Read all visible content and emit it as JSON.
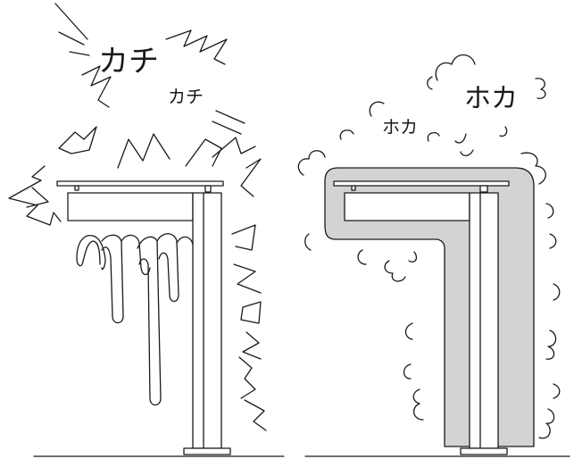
{
  "left_panel": {
    "sound_large": "カチ",
    "sound_small": "カチ"
  },
  "right_panel": {
    "sound_large": "ホカ",
    "sound_small": "ホカ"
  },
  "colors": {
    "line": "#1a1a1a",
    "warm_zone": "#d3d3d3",
    "background": "#ffffff"
  }
}
